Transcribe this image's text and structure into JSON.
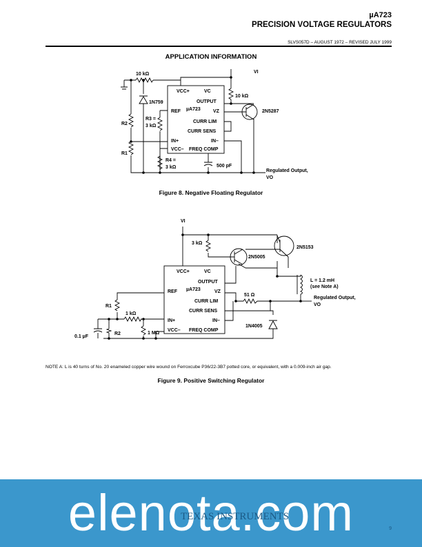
{
  "header": {
    "part": "µA723",
    "title": "PRECISION VOLTAGE REGULATORS",
    "doc_line": "SLVS057D – AUGUST 1972 – REVISED JULY 1999"
  },
  "section_title": "APPLICATION INFORMATION",
  "fig8": {
    "caption": "Figure 8. Negative Floating Regulator",
    "labels": {
      "vi": "VI",
      "r10k_top": "10 kΩ",
      "diode": "1N759",
      "r10k_right": "10 kΩ",
      "transistor": "2N5287",
      "r2": "R2",
      "r1": "R1",
      "r3a": "R3 =",
      "r3b": "3 kΩ",
      "r4a": "R4 =",
      "r4b": "3 kΩ",
      "cap": "500 pF",
      "out1": "Regulated Output,",
      "out2": "VO"
    }
  },
  "ic": {
    "name": "µA723",
    "pins": {
      "vcc_plus": "VCC+",
      "vc": "VC",
      "output": "OUTPUT",
      "vz": "VZ",
      "ref": "REF",
      "curr_lim": "CURR LIM",
      "curr_sens": "CURR SENS",
      "in_plus": "IN+",
      "in_minus": "IN–",
      "vcc_minus": "VCC–",
      "freq_comp": "FREQ COMP"
    }
  },
  "fig9": {
    "caption": "Figure 9. Positive Switching Regulator",
    "labels": {
      "vi": "VI",
      "r3k": "3 kΩ",
      "q1": "2N5005",
      "q2": "2N5153",
      "l1": "L = 1.2 mH",
      "l2": "(see Note A)",
      "r51": "51 Ω",
      "out1": "Regulated Output,",
      "out2": "VO",
      "diode": "1N4005",
      "r1": "R1",
      "r1k": "1 kΩ",
      "cap": "0.1 µF",
      "r2": "R2",
      "r1m": "1 MΩ"
    }
  },
  "note": "NOTE A:   L is 40 turns of No. 20 enameled copper wire wound on Ferroxcube P36/22-3B7 potted core, or equivalent, with a 0.009-inch air gap.",
  "watermark": {
    "text": "elenota.com",
    "logo": "TEXAS INSTRUMENTS",
    "page": "9"
  }
}
